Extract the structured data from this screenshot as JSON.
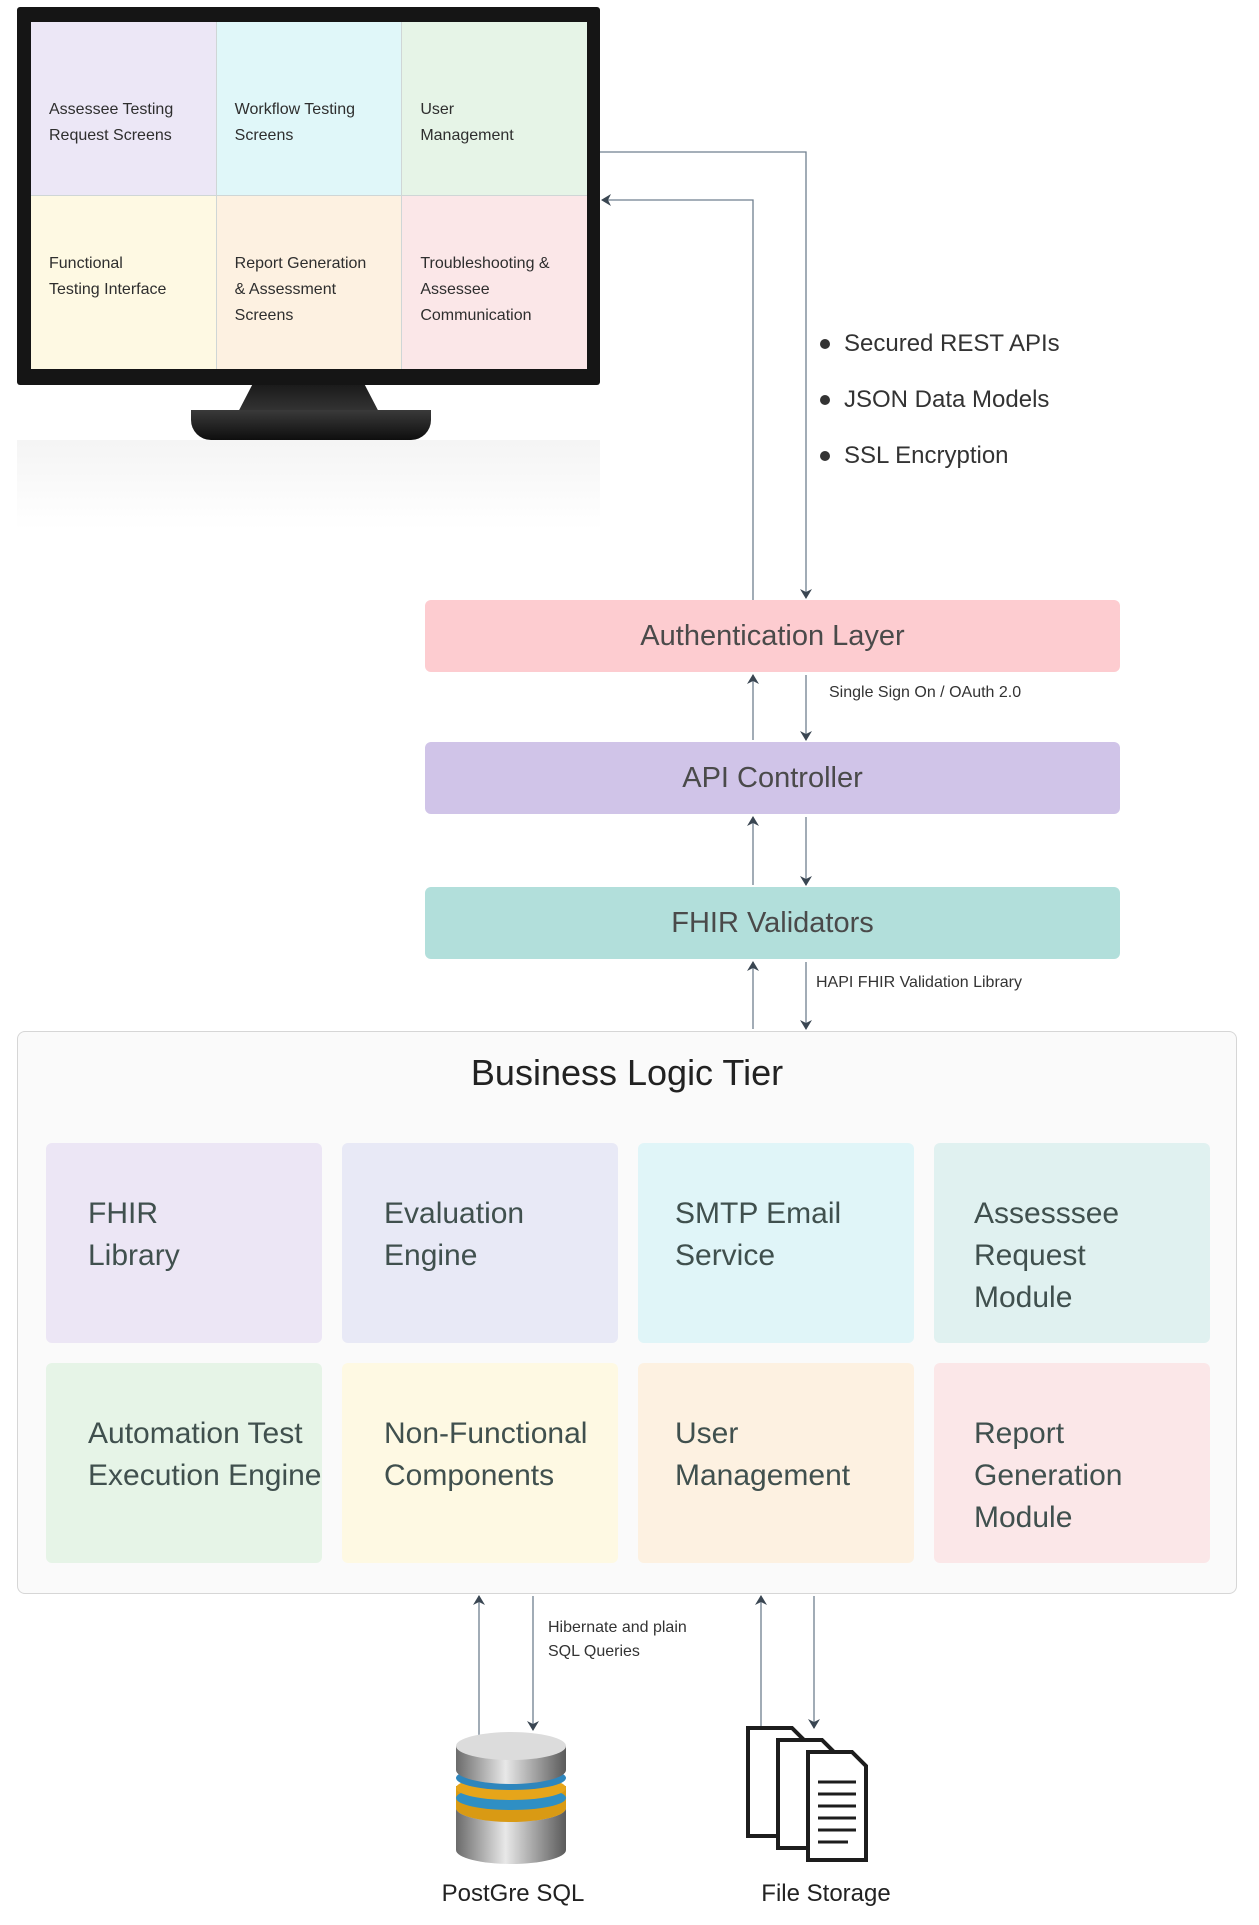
{
  "monitor": {
    "tiles": [
      {
        "label": "Assessee Testing\nRequest Screens",
        "color": "#ece7f6"
      },
      {
        "label": "Workflow Testing\nScreens",
        "color": "#e0f7f9"
      },
      {
        "label": "User\nManagement",
        "color": "#e6f4e7"
      },
      {
        "label": "Functional\nTesting Interface",
        "color": "#fef9e3"
      },
      {
        "label": "Report Generation\n& Assessment Screens",
        "color": "#fdf1e1"
      },
      {
        "label": "Troubleshooting &\nAssessee Communication",
        "color": "#fbe7e8"
      }
    ]
  },
  "bullets": [
    "Secured REST APIs",
    "JSON Data Models",
    "SSL Encryption"
  ],
  "layers": {
    "auth": {
      "label": "Authentication Layer",
      "color": "#fdccd0"
    },
    "auth_api_note": "Single Sign On / OAuth 2.0",
    "api": {
      "label": "API Controller",
      "color": "#d0c4e8"
    },
    "fhir": {
      "label": "FHIR Validators",
      "color": "#b2dfdb"
    },
    "fhir_tier_note": "HAPI FHIR Validation Library"
  },
  "business_tier": {
    "title": "Business Logic Tier",
    "modules": [
      {
        "label": "FHIR\nLibrary",
        "color": "#ece6f5"
      },
      {
        "label": "Evaluation\nEngine",
        "color": "#e8e9f6"
      },
      {
        "label": "SMTP Email\nService",
        "color": "#e0f5f8"
      },
      {
        "label": "Assesssee Request\nModule",
        "color": "#e0f1f0"
      },
      {
        "label": "Automation Test\nExecution Engine",
        "color": "#e6f4e7"
      },
      {
        "label": "Non-Functional\nComponents",
        "color": "#fef9e3"
      },
      {
        "label": "User\nManagement",
        "color": "#fdf1e1"
      },
      {
        "label": "Report Generation\nModule",
        "color": "#fbe7e8"
      }
    ]
  },
  "storage": {
    "db_note": "Hibernate and plain\nSQL Queries",
    "db_label": "PostGre SQL",
    "fs_label": "File Storage"
  },
  "colors": {
    "connector": "#6f7f8f",
    "arrowhead": "#3a4652"
  }
}
